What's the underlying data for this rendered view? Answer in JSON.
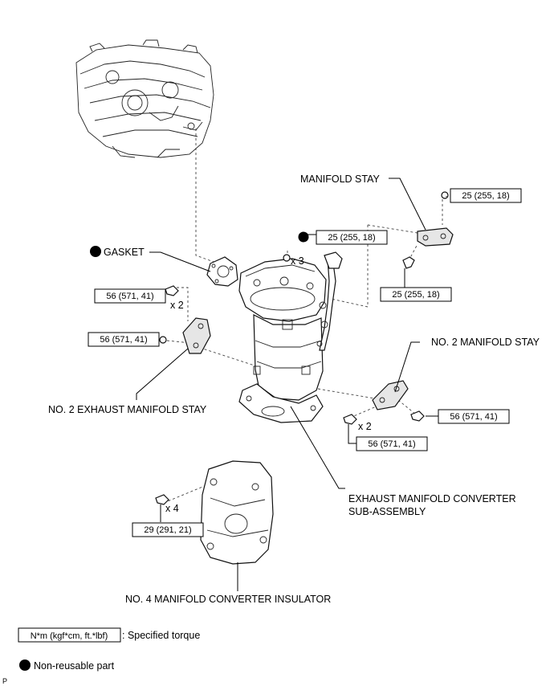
{
  "labels": {
    "manifold_stay": "MANIFOLD STAY",
    "gasket": "GASKET",
    "no2_manifold_stay": "NO. 2 MANIFOLD STAY",
    "no2_exhaust_manifold_stay": "NO. 2 EXHAUST MANIFOLD STAY",
    "converter_line1": "EXHAUST MANIFOLD CONVERTER",
    "converter_line2": "SUB-ASSEMBLY",
    "insulator": "NO. 4 MANIFOLD CONVERTER INSULATOR"
  },
  "torques": {
    "t_stay_top": "25 (255, 18)",
    "t_nut_x3": "25 (255, 18)",
    "t_stay_bottom": "25 (255, 18)",
    "t_left_bolt": "56 (571, 41)",
    "t_left_nut": "56 (571, 41)",
    "t_right_bolt": "56 (571, 41)",
    "t_right_x2": "56 (571, 41)",
    "t_insulator": "29 (291, 21)"
  },
  "quantities": {
    "q_nuts": "x 3",
    "q_left": "x 2",
    "q_right": "x 2",
    "q_insulator": "x 4"
  },
  "legend": {
    "torque_box": "N*m (kgf*cm, ft.*lbf)",
    "torque_text": ": Specified torque",
    "nonreusable_text": "Non-reusable part"
  },
  "footer_code": "P"
}
